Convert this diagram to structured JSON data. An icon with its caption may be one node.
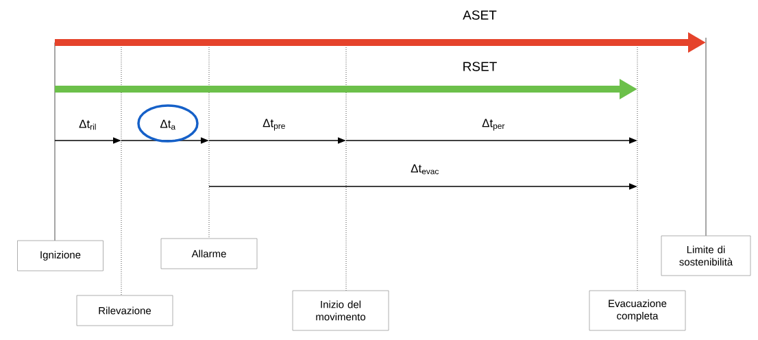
{
  "diagram": {
    "nodes": [
      {
        "text": [
          "Ignizione"
        ]
      },
      {
        "text": [
          "Rilevazione"
        ]
      },
      {
        "text": [
          "Allarme"
        ]
      },
      {
        "text": [
          "Inizio del movimento"
        ]
      },
      {
        "text": [
          "Evacuazione completa"
        ]
      },
      {
        "text": [
          "Limite di sostenibilità"
        ]
      }
    ],
    "edges": [],
    "labels": [
      "ASET",
      "RSET",
      "Δt$_{ril}$",
      "Δt$_{a}$",
      "Δt$_{pre}$",
      "Δt$_{per}$",
      "Δt$_{evac}$"
    ]
  }
}
